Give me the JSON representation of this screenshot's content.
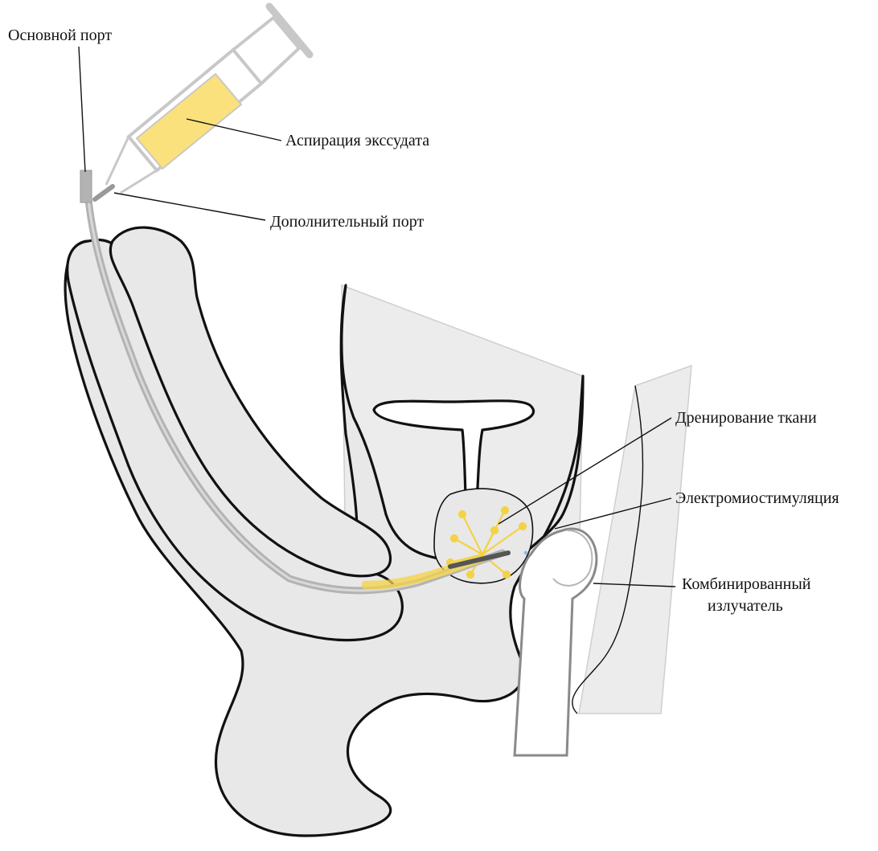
{
  "labels": {
    "main_port": "Основной порт",
    "aspiration": "Аспирация экссудата",
    "extra_port": "Дополнительный порт",
    "drainage": "Дренирование ткани",
    "electromyostim": "Электромиостимуляция",
    "emitter_line1": "Комбинированный",
    "emitter_line2": "излучатель"
  },
  "colors": {
    "tissue": "#e8e8e8",
    "outline": "#111111",
    "catheter": "#b3b3b3",
    "syringe_fill": "#fbe17c",
    "drainage_network": "#f3d345",
    "stimulation_dots": "#8fb9e6",
    "emitter": "#c9c9c9"
  }
}
